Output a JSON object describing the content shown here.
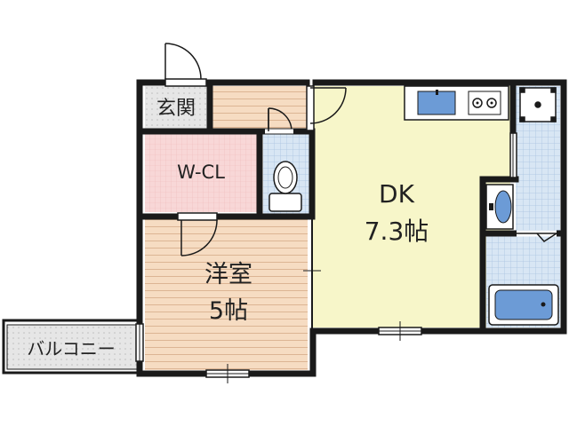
{
  "rooms": {
    "genkan": "玄関",
    "wcl": "W-CL",
    "dk_name": "DK",
    "dk_size": "7.3帖",
    "yoshitsu_name": "洋室",
    "yoshitsu_size": "5帖",
    "balcony": "バルコニー"
  },
  "colors": {
    "wall": "#1a1a1a",
    "dk_floor": "#f7f6c9",
    "wood_floor": "#f6dcc2",
    "wood_line": "#dcb594",
    "wcl_floor": "#f8d7d7",
    "tile": "#d8e6f4",
    "tile_line": "#a9c3e0",
    "fixture_blue": "#6c9bd6",
    "genkan_floor": "#e6e6e6",
    "balcony_floor": "#ececec"
  }
}
